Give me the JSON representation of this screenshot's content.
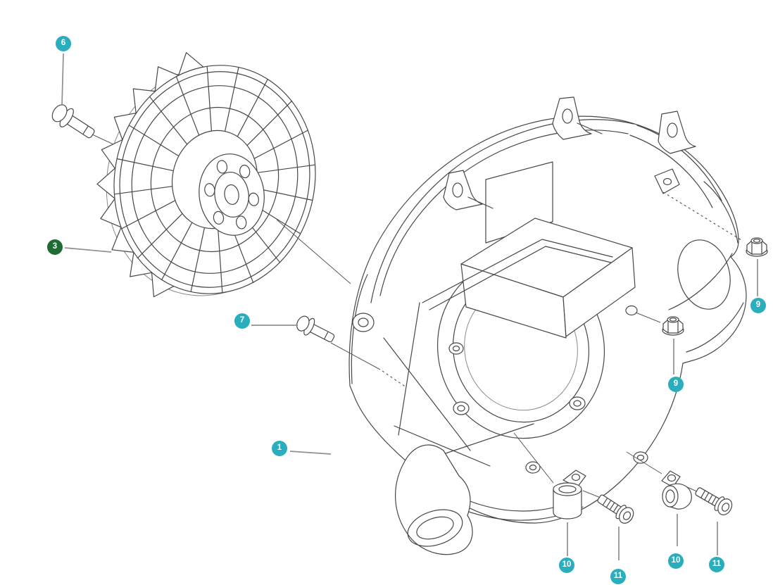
{
  "diagram": {
    "kind": "exploded-parts-diagram",
    "background": "#ffffff"
  },
  "colors": {
    "badge_teal": "#2aaebe",
    "badge_green": "#1e6b33",
    "badge_text": "#ffffff",
    "line_dark": "#474747",
    "line_light": "#8a8a8a",
    "leader_gray": "#909090"
  },
  "callouts": [
    {
      "label": "6",
      "color": "teal",
      "points_to": "flange-screw-top-left"
    },
    {
      "label": "3",
      "color": "green",
      "points_to": "fan-wheel"
    },
    {
      "label": "7",
      "color": "teal",
      "points_to": "flange-screw-middle"
    },
    {
      "label": "1",
      "color": "teal",
      "points_to": "crankcase-housing"
    },
    {
      "label": "9",
      "color": "teal",
      "points_to": "flange-nut-right"
    },
    {
      "label": "9",
      "color": "teal",
      "points_to": "flange-nut-lower"
    },
    {
      "label": "10",
      "color": "teal",
      "points_to": "spacer-bushing-left"
    },
    {
      "label": "11",
      "color": "teal",
      "points_to": "screw-left"
    },
    {
      "label": "10",
      "color": "teal",
      "points_to": "clamp-bushing-right"
    },
    {
      "label": "11",
      "color": "teal",
      "points_to": "screw-right"
    }
  ]
}
